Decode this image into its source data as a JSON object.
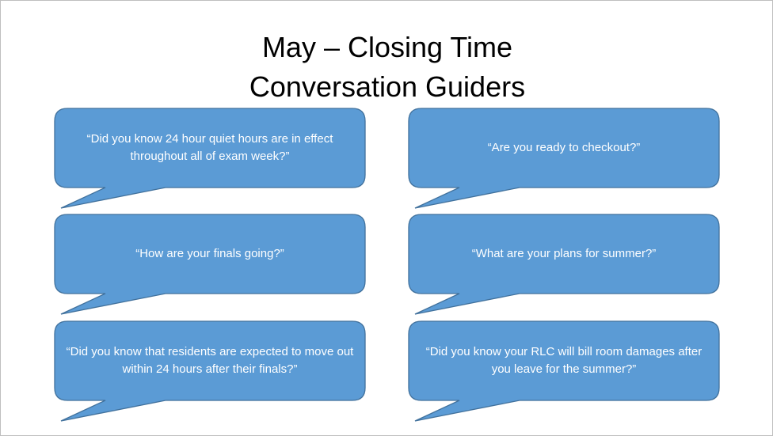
{
  "slide": {
    "title": "May – Closing Time",
    "subtitle": "Conversation Guiders"
  },
  "bubbles": [
    {
      "text": "“Did you know 24 hour quiet hours are in effect throughout all of exam week?”"
    },
    {
      "text": "“Are you ready to checkout?”"
    },
    {
      "text": "“How are your finals going?”"
    },
    {
      "text": "“What are your plans for summer?”"
    },
    {
      "text": "“Did you know that residents are expected to move out within 24 hours after their finals?”"
    },
    {
      "text": "“Did you know your RLC will bill room damages after you leave for the summer?”"
    }
  ],
  "colors": {
    "bubble_fill": "#5B9BD5",
    "bubble_stroke": "#41719C",
    "bubble_text": "#FFFFFF",
    "title_text": "#000000"
  }
}
